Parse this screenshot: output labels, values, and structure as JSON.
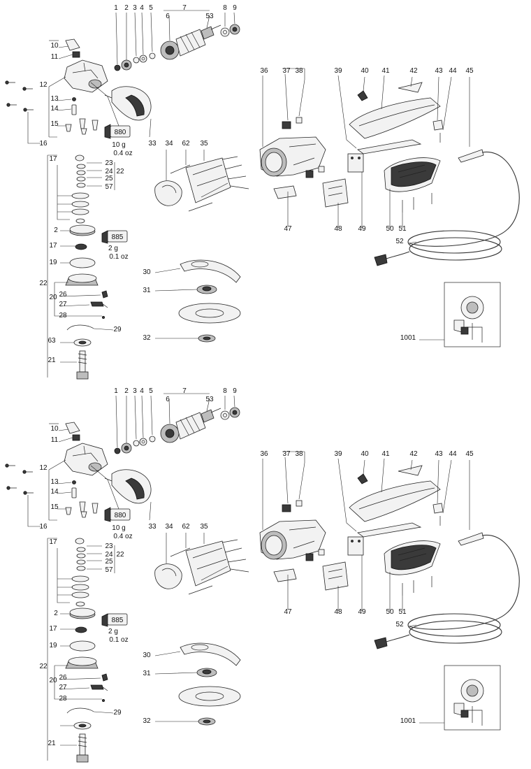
{
  "panels": [
    {
      "labels": {
        "p1": "1",
        "p2": "2",
        "p3": "3",
        "p4": "4",
        "p5": "5",
        "p6": "6",
        "p7": "7",
        "p53": "53",
        "p8": "8",
        "p9": "9",
        "p10": "10",
        "p11": "11",
        "p12": "12",
        "p13": "13",
        "p14": "14",
        "p15": "15",
        "p16": "16",
        "p17": "17",
        "p17b": "17",
        "p19": "19",
        "p20": "20",
        "p21": "21",
        "p22": "22",
        "p22b": "22",
        "p23": "23",
        "p24": "24",
        "p25": "25",
        "p57": "57",
        "p2b": "2",
        "p26": "26",
        "p27": "27",
        "p28": "28",
        "p29": "29",
        "p63": "63",
        "p30": "30",
        "p31": "31",
        "p32": "32",
        "p33": "33",
        "p34": "34",
        "p35": "35",
        "p62": "62",
        "p36": "36",
        "p37": "37",
        "p38": "38",
        "p39": "39",
        "p40": "40",
        "p41": "41",
        "p42": "42",
        "p43": "43",
        "p44": "44",
        "p45": "45",
        "p47": "47",
        "p48": "48",
        "p49": "49",
        "p50": "50",
        "p51": "51",
        "p52": "52",
        "p1001": "1001"
      },
      "grease880": {
        "code": "880",
        "amount": "10 g",
        "oz": "0.4 oz"
      },
      "grease885": {
        "code": "885",
        "amount": "2 g",
        "oz": "0.1 oz"
      }
    },
    {
      "labels": {
        "p1": "1",
        "p2": "2",
        "p3": "3",
        "p4": "4",
        "p5": "5",
        "p6": "6",
        "p7": "7",
        "p53": "53",
        "p8": "8",
        "p9": "9",
        "p10": "10",
        "p11": "11",
        "p12": "12",
        "p13": "13",
        "p14": "14",
        "p15": "15",
        "p16": "16",
        "p17": "17",
        "p17b": "17",
        "p19": "19",
        "p20": "20",
        "p21": "21",
        "p22": "22",
        "p22b": "22",
        "p23": "23",
        "p24": "24",
        "p25": "25",
        "p57": "57",
        "p2b": "2",
        "p26": "26",
        "p27": "27",
        "p28": "28",
        "p29": "29",
        "p63": "",
        "p30": "30",
        "p31": "31",
        "p32": "32",
        "p33": "33",
        "p34": "34",
        "p35": "35",
        "p62": "62",
        "p36": "36",
        "p37": "37",
        "p38": "38",
        "p39": "39",
        "p40": "40",
        "p41": "41",
        "p42": "42",
        "p43": "43",
        "p44": "44",
        "p45": "45",
        "p47": "47",
        "p48": "48",
        "p49": "49",
        "p50": "50",
        "p51": "51",
        "p52": "52",
        "p1001": "1001"
      },
      "grease880": {
        "code": "880",
        "amount": "10 g",
        "oz": "0.4 oz"
      },
      "grease885": {
        "code": "885",
        "amount": "2 g",
        "oz": "0.1 oz"
      }
    }
  ],
  "colors": {
    "ink": "#222222",
    "background": "#ffffff"
  }
}
